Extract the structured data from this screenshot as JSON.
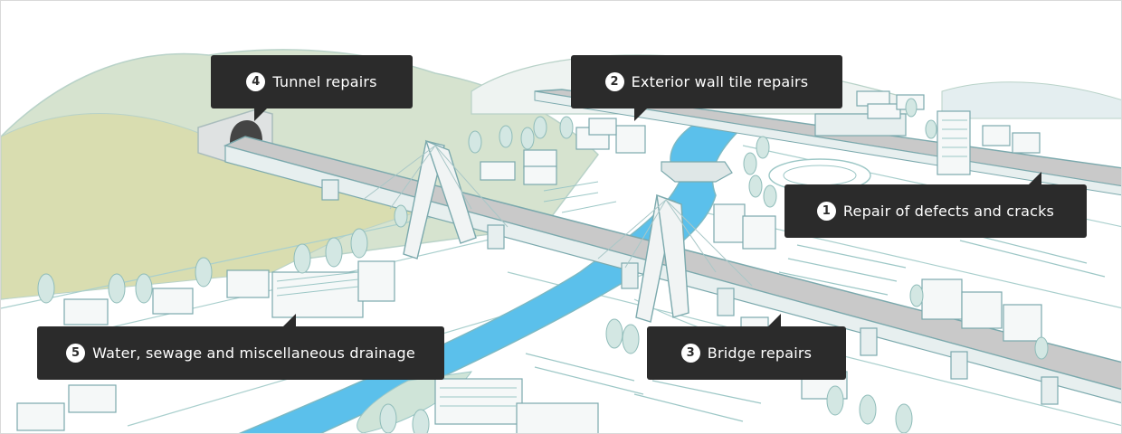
{
  "callouts": [
    {
      "number": "1",
      "label": "Repair of defects and cracks"
    },
    {
      "number": "2",
      "label": "Exterior wall tile repairs"
    },
    {
      "number": "3",
      "label": "Bridge repairs"
    },
    {
      "number": "4",
      "label": "Tunnel repairs"
    },
    {
      "number": "5",
      "label": "Water, sewage and miscellaneous drainage"
    }
  ],
  "colors": {
    "callout_background": "#2b2b2b",
    "callout_text": "#ffffff",
    "river": "#5bc0eb",
    "hill": "#d6e3cf",
    "hill_slope": "#d9ddb0",
    "road": "#c9c9c9",
    "outline": "#9cc7c6",
    "tree": "#d3e7e3"
  }
}
